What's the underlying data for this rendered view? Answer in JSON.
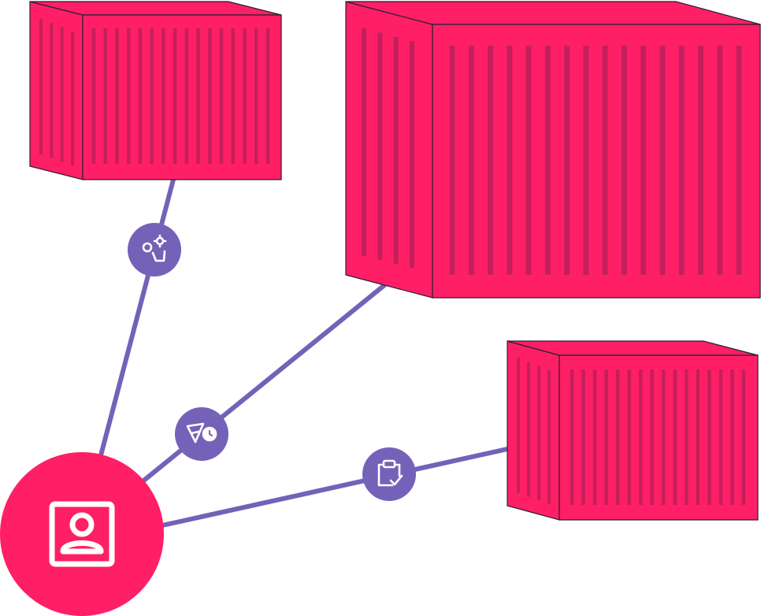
{
  "colors": {
    "container_fill": "#ff1f66",
    "container_rib": "#c41f5c",
    "container_outline": "#2b1f33",
    "connector": "#7462b8",
    "hub_fill": "#ff1f66",
    "icon_stroke": "#ffffff"
  },
  "hub": {
    "icon": "user-profile-icon"
  },
  "containers": [
    {
      "name": "container-top-left"
    },
    {
      "name": "container-top-right"
    },
    {
      "name": "container-right"
    }
  ],
  "connectors": [
    {
      "name": "connector-top-left",
      "icon": "settings-gears-icon"
    },
    {
      "name": "connector-top-right",
      "icon": "pen-clock-icon"
    },
    {
      "name": "connector-right",
      "icon": "clipboard-check-icon"
    }
  ]
}
